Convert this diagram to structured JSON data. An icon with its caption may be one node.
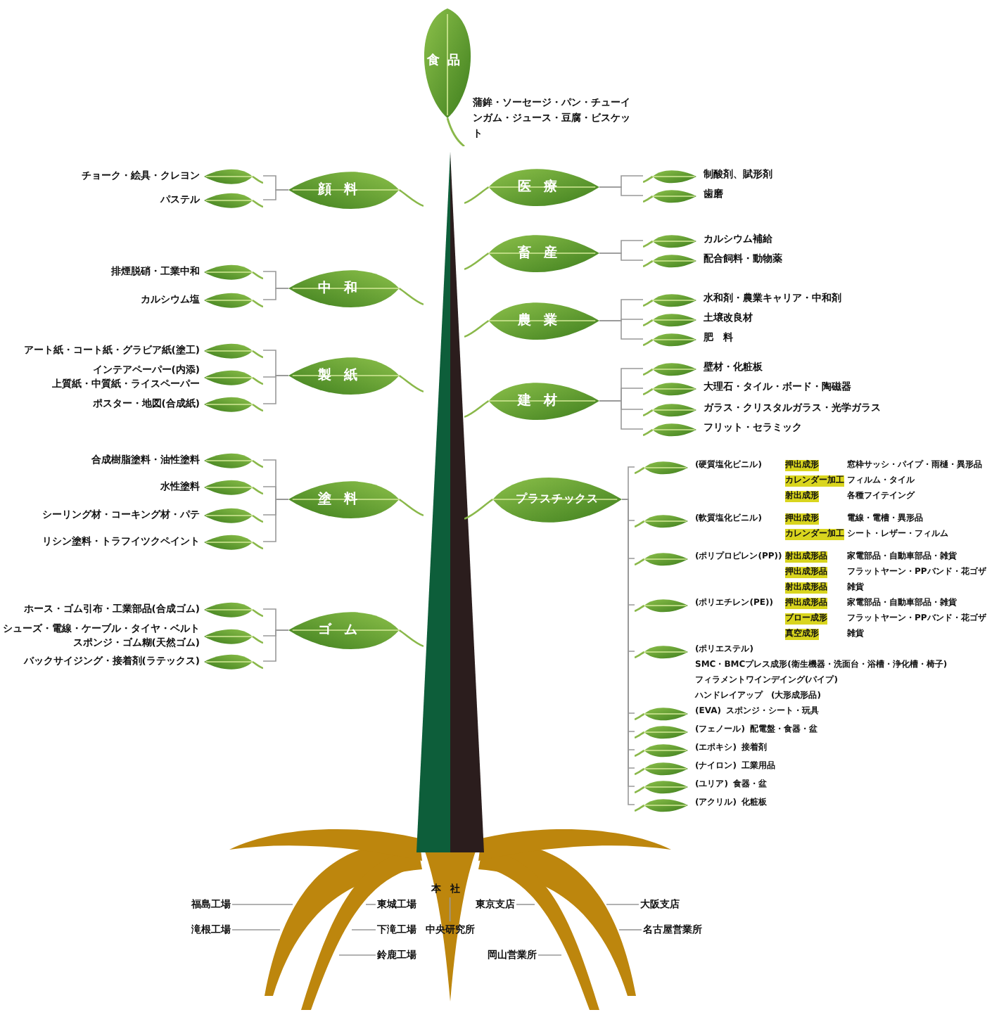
{
  "diagram": {
    "nodes": [
      {
        "text": [
          "食品"
        ],
        "beside": [
          "蒲鉾・ソーセージ・パン・チューインガム・ジュース・豆腐・ビスケット"
        ]
      },
      {
        "text": [
          "顔料"
        ]
      },
      {
        "text": [],
        "shape": "leaf",
        "beside": [
          "チョーク・絵具・クレヨン"
        ]
      },
      {
        "text": [],
        "shape": "leaf",
        "beside": [
          "パステル"
        ]
      },
      {
        "text": [
          "中和"
        ]
      },
      {
        "text": [],
        "shape": "leaf",
        "beside": [
          "排煙脱硝・工業中和"
        ]
      },
      {
        "text": [],
        "shape": "leaf",
        "beside": [
          "カルシウム塩"
        ]
      },
      {
        "text": [
          "製紙"
        ]
      },
      {
        "text": [],
        "shape": "leaf",
        "beside": [
          "アート紙・コート紙・グラビア紙(塗工)"
        ]
      },
      {
        "text": [],
        "shape": "leaf",
        "beside": [
          "インテアペーパー(内添)",
          "上質紙・中質紙・ライスペーパー"
        ]
      },
      {
        "text": [],
        "shape": "leaf",
        "beside": [
          "ポスター・地図(合成紙)"
        ]
      },
      {
        "text": [
          "塗料"
        ]
      },
      {
        "text": [],
        "shape": "leaf",
        "beside": [
          "合成樹脂塗料・油性塗料"
        ]
      },
      {
        "text": [],
        "shape": "leaf",
        "beside": [
          "水性塗料"
        ]
      },
      {
        "text": [],
        "shape": "leaf",
        "beside": [
          "シーリング材・コーキング材・パテ"
        ]
      },
      {
        "text": [],
        "shape": "leaf",
        "beside": [
          "リシン塗料・トラフイツクペイント"
        ]
      },
      {
        "text": [
          "ゴム"
        ]
      },
      {
        "text": [],
        "shape": "leaf",
        "beside": [
          "ホース・ゴム引布・工業部品(合成ゴム)"
        ]
      },
      {
        "text": [],
        "shape": "leaf",
        "beside": [
          "シューズ・電線・ケーブル・タイヤ・ベルト",
          "スポンジ・ゴム糊(天然ゴム)"
        ]
      },
      {
        "text": [],
        "shape": "leaf",
        "beside": [
          "バックサイジング・接着剤(ラテックス)"
        ]
      },
      {
        "text": [
          "医療"
        ]
      },
      {
        "text": [],
        "shape": "leaf",
        "beside": [
          "制酸剤、賦形剤"
        ]
      },
      {
        "text": [],
        "shape": "leaf",
        "beside": [
          "歯磨"
        ]
      },
      {
        "text": [
          "畜産"
        ]
      },
      {
        "text": [],
        "shape": "leaf",
        "beside": [
          "カルシウム補給"
        ]
      },
      {
        "text": [],
        "shape": "leaf",
        "beside": [
          "配合飼料・動物薬"
        ]
      },
      {
        "text": [
          "農業"
        ]
      },
      {
        "text": [],
        "shape": "leaf",
        "beside": [
          "水和剤・農業キャリア・中和剤"
        ]
      },
      {
        "text": [],
        "shape": "leaf",
        "beside": [
          "土壌改良材"
        ]
      },
      {
        "text": [],
        "shape": "leaf",
        "beside": [
          "肥　料"
        ]
      },
      {
        "text": [
          "建材"
        ]
      },
      {
        "text": [],
        "shape": "leaf",
        "beside": [
          "壁材・化粧板"
        ]
      },
      {
        "text": [],
        "shape": "leaf",
        "beside": [
          "大理石・タイル・ボード・陶磁器"
        ]
      },
      {
        "text": [],
        "shape": "leaf",
        "beside": [
          "ガラス・クリスタルガラス・光学ガラス"
        ]
      },
      {
        "text": [],
        "shape": "leaf",
        "beside": [
          "フリット・セラミック"
        ]
      },
      {
        "text": [
          "プラスチックス"
        ]
      },
      {
        "text": [],
        "shape": "leaf",
        "beside": [
          "(硬質塩化ビニル)",
          "押出成形",
          "窓枠サッシ・パイプ・雨樋・異形品",
          "カレンダー加工",
          "フィルム・タイル",
          "射出成形",
          "各種フイテイング"
        ]
      },
      {
        "text": [],
        "shape": "leaf",
        "beside": [
          "(軟質塩化ビニル)",
          "押出成形",
          "電線・電槽・異形品",
          "カレンダー加工",
          "シート・レザー・フィルム"
        ]
      },
      {
        "text": [],
        "shape": "leaf",
        "beside": [
          "(ポリプロピレン(PP))",
          "射出成形品",
          "家電部品・自動車部品・雑貨",
          "押出成形品",
          "フラットヤーン・PPバンド・花ゴザ",
          "射出成形品",
          "雑貨"
        ]
      },
      {
        "text": [],
        "shape": "leaf",
        "beside": [
          "(ポリエチレン(PE))",
          "押出成形品",
          "家電部品・自動車部品・雑貨",
          "ブロー成形",
          "フラットヤーン・PPバンド・花ゴザ",
          "真空成形",
          "雑貨"
        ]
      },
      {
        "text": [],
        "shape": "leaf",
        "beside": [
          "(ポリエステル)",
          "SMC・BMCプレス成形(衛生機器・洗面台・浴槽・浄化槽・椅子)",
          "フィラメントワインデイング(パイプ)",
          "ハンドレイアップ　(大形成形品)"
        ]
      },
      {
        "text": [],
        "shape": "leaf",
        "beside": [
          "(EVA)",
          "スポンジ・シート・玩具"
        ]
      },
      {
        "text": [],
        "shape": "leaf",
        "beside": [
          "(フェノール)",
          "配電盤・食器・盆"
        ]
      },
      {
        "text": [],
        "shape": "leaf",
        "beside": [
          "(エポキシ)",
          "接着剤"
        ]
      },
      {
        "text": [],
        "shape": "leaf",
        "beside": [
          "(ナイロン)",
          "工業用品"
        ]
      },
      {
        "text": [],
        "shape": "leaf",
        "beside": [
          "(ユリア)",
          "食器・盆"
        ]
      },
      {
        "text": [],
        "shape": "leaf",
        "beside": [
          "(アクリル)",
          "化粧板"
        ]
      },
      {
        "text": [
          "福島工場"
        ]
      },
      {
        "text": [
          "滝根工場"
        ]
      },
      {
        "text": [
          "東城工場"
        ]
      },
      {
        "text": [
          "下滝工場"
        ]
      },
      {
        "text": [
          "鈴鹿工場"
        ]
      },
      {
        "text": [
          "本社"
        ]
      },
      {
        "text": [
          "中央研究所"
        ]
      },
      {
        "text": [
          "東京支店"
        ]
      },
      {
        "text": [
          "大阪支店"
        ]
      },
      {
        "text": [
          "名古屋営業所"
        ]
      },
      {
        "text": [
          "岡山営業所"
        ]
      }
    ],
    "edges": [
      {
        "from": 1,
        "to": 2,
        "arrow": "none"
      },
      {
        "from": 1,
        "to": 3,
        "arrow": "none"
      },
      {
        "from": 4,
        "to": 5,
        "arrow": "none"
      },
      {
        "from": 4,
        "to": 6,
        "arrow": "none"
      },
      {
        "from": 7,
        "to": 8,
        "arrow": "none"
      },
      {
        "from": 7,
        "to": 9,
        "arrow": "none"
      },
      {
        "from": 7,
        "to": 10,
        "arrow": "none"
      },
      {
        "from": 11,
        "to": 12,
        "arrow": "none"
      },
      {
        "from": 11,
        "to": 13,
        "arrow": "none"
      },
      {
        "from": 11,
        "to": 14,
        "arrow": "none"
      },
      {
        "from": 11,
        "to": 15,
        "arrow": "none"
      },
      {
        "from": 16,
        "to": 17,
        "arrow": "none"
      },
      {
        "from": 16,
        "to": 18,
        "arrow": "none"
      },
      {
        "from": 16,
        "to": 19,
        "arrow": "none"
      },
      {
        "from": 20,
        "to": 21,
        "arrow": "none"
      },
      {
        "from": 20,
        "to": 22,
        "arrow": "none"
      },
      {
        "from": 23,
        "to": 24,
        "arrow": "none"
      },
      {
        "from": 23,
        "to": 25,
        "arrow": "none"
      },
      {
        "from": 26,
        "to": 27,
        "arrow": "none"
      },
      {
        "from": 26,
        "to": 28,
        "arrow": "none"
      },
      {
        "from": 26,
        "to": 29,
        "arrow": "none"
      },
      {
        "from": 30,
        "to": 31,
        "arrow": "none"
      },
      {
        "from": 30,
        "to": 32,
        "arrow": "none"
      },
      {
        "from": 30,
        "to": 33,
        "arrow": "none"
      },
      {
        "from": 30,
        "to": 34,
        "arrow": "none"
      },
      {
        "from": 35,
        "to": 36,
        "arrow": "none"
      },
      {
        "from": 35,
        "to": 37,
        "arrow": "none"
      },
      {
        "from": 35,
        "to": 38,
        "arrow": "none"
      },
      {
        "from": 35,
        "to": 39,
        "arrow": "none"
      },
      {
        "from": 35,
        "to": 40,
        "arrow": "none"
      },
      {
        "from": 35,
        "to": 41,
        "arrow": "none"
      },
      {
        "from": 35,
        "to": 42,
        "arrow": "none"
      },
      {
        "from": 35,
        "to": 43,
        "arrow": "none"
      },
      {
        "from": 35,
        "to": 44,
        "arrow": "none"
      },
      {
        "from": 35,
        "to": 45,
        "arrow": "none"
      },
      {
        "from": 35,
        "to": 46,
        "arrow": "none"
      },
      {
        "from": 52,
        "to": 53,
        "arrow": "none"
      },
      {
        "from": 47,
        "to": null,
        "arrow": "none"
      },
      {
        "from": 48,
        "to": null,
        "arrow": "none"
      },
      {
        "from": 49,
        "to": null,
        "arrow": "none"
      },
      {
        "from": 50,
        "to": null,
        "arrow": "none"
      },
      {
        "from": 51,
        "to": null,
        "arrow": "none"
      },
      {
        "from": 54,
        "to": null,
        "arrow": "none"
      },
      {
        "from": 55,
        "to": null,
        "arrow": "none"
      },
      {
        "from": 56,
        "to": null,
        "arrow": "none"
      },
      {
        "from": 57,
        "to": null,
        "arrow": "none"
      }
    ]
  }
}
